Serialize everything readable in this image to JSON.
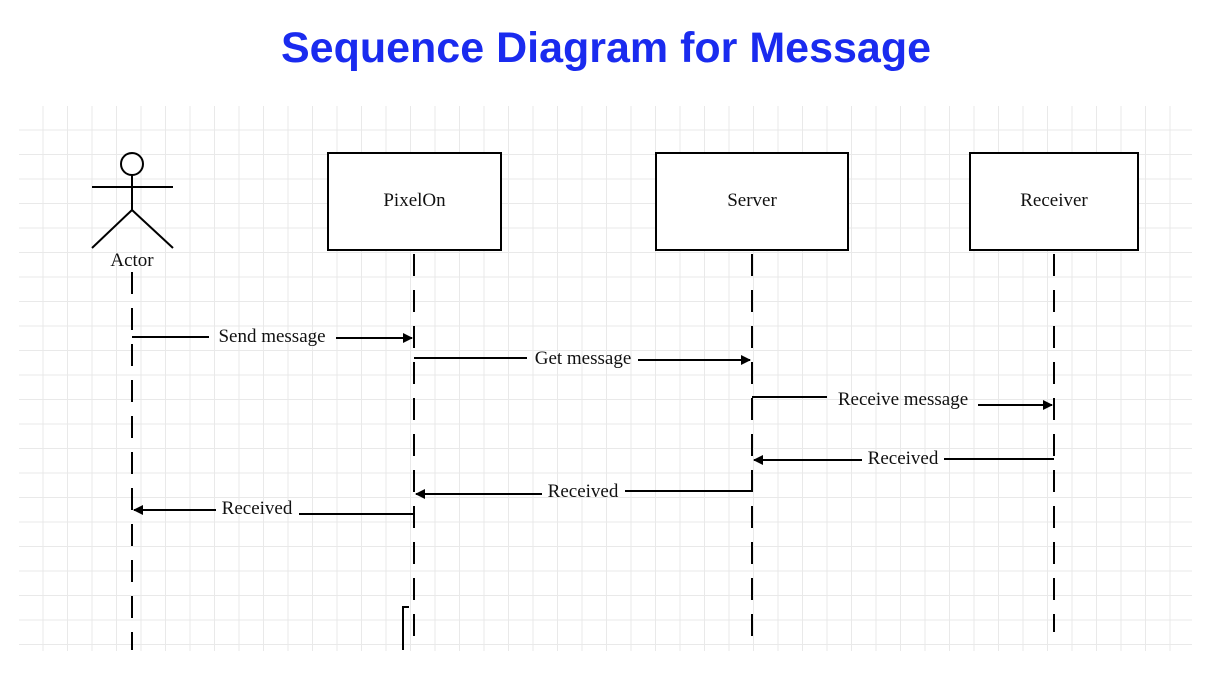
{
  "title": "Sequence Diagram for Message",
  "colors": {
    "title": "#1a2bef",
    "line": "#000000",
    "grid": "#e9e9e9"
  },
  "participants": [
    {
      "id": "actor",
      "label": "Actor",
      "kind": "actor"
    },
    {
      "id": "pixelon",
      "label": "PixelOn",
      "kind": "object"
    },
    {
      "id": "server",
      "label": "Server",
      "kind": "object"
    },
    {
      "id": "receiver",
      "label": "Receiver",
      "kind": "object"
    }
  ],
  "messages": [
    {
      "from": "actor",
      "to": "pixelon",
      "label": "Send message"
    },
    {
      "from": "pixelon",
      "to": "server",
      "label": "Get message"
    },
    {
      "from": "server",
      "to": "receiver",
      "label": "Receive message"
    },
    {
      "from": "receiver",
      "to": "server",
      "label": "Received"
    },
    {
      "from": "server",
      "to": "pixelon",
      "label": "Received"
    },
    {
      "from": "pixelon",
      "to": "actor",
      "label": "Received"
    }
  ]
}
